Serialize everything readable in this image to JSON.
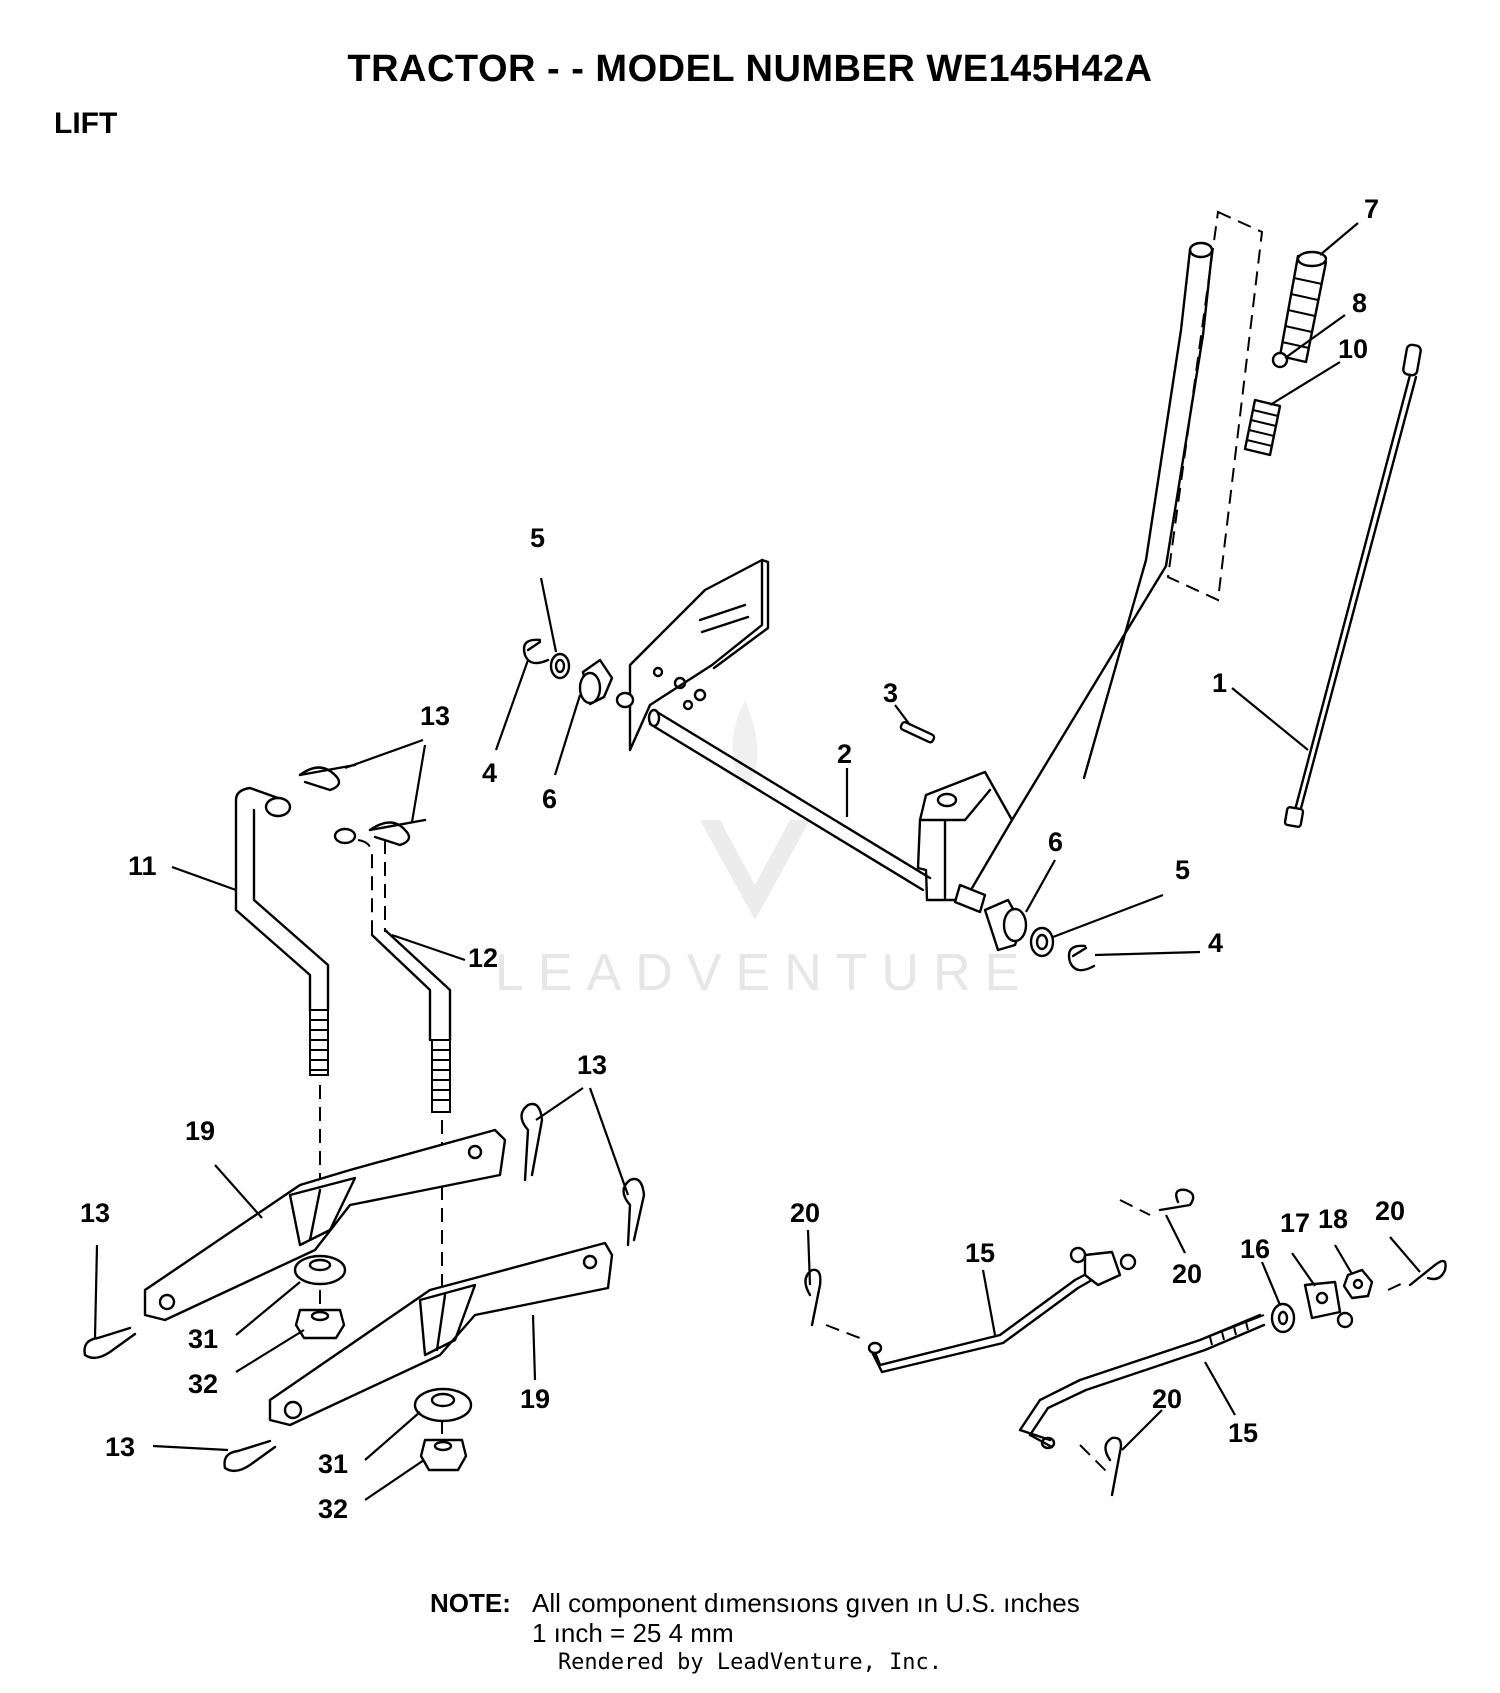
{
  "header": {
    "title": "TRACTOR - - MODEL NUMBER WE145H42A",
    "section": "LIFT"
  },
  "watermark": {
    "text": "LEADVENTURE",
    "color": "#e6e6e6"
  },
  "callouts": {
    "c1": "1",
    "c2": "2",
    "c3": "3",
    "c4a": "4",
    "c4b": "4",
    "c5a": "5",
    "c5b": "5",
    "c6a": "6",
    "c6b": "6",
    "c7": "7",
    "c8": "8",
    "c10": "10",
    "c11": "11",
    "c12": "12",
    "c13a": "13",
    "c13b": "13",
    "c13c": "13",
    "c13d": "13",
    "c15a": "15",
    "c15b": "15",
    "c16": "16",
    "c17": "17",
    "c18": "18",
    "c19a": "19",
    "c19b": "19",
    "c20a": "20",
    "c20b": "20",
    "c20c": "20",
    "c20d": "20",
    "c31a": "31",
    "c31b": "31",
    "c32a": "32",
    "c32b": "32"
  },
  "note": {
    "label": "NOTE:",
    "line1": "All component dımensıons gıven ın U.S. ınches",
    "line2": "1 ınch = 25 4 mm"
  },
  "footer": {
    "text": "Rendered by LeadVenture, Inc."
  }
}
